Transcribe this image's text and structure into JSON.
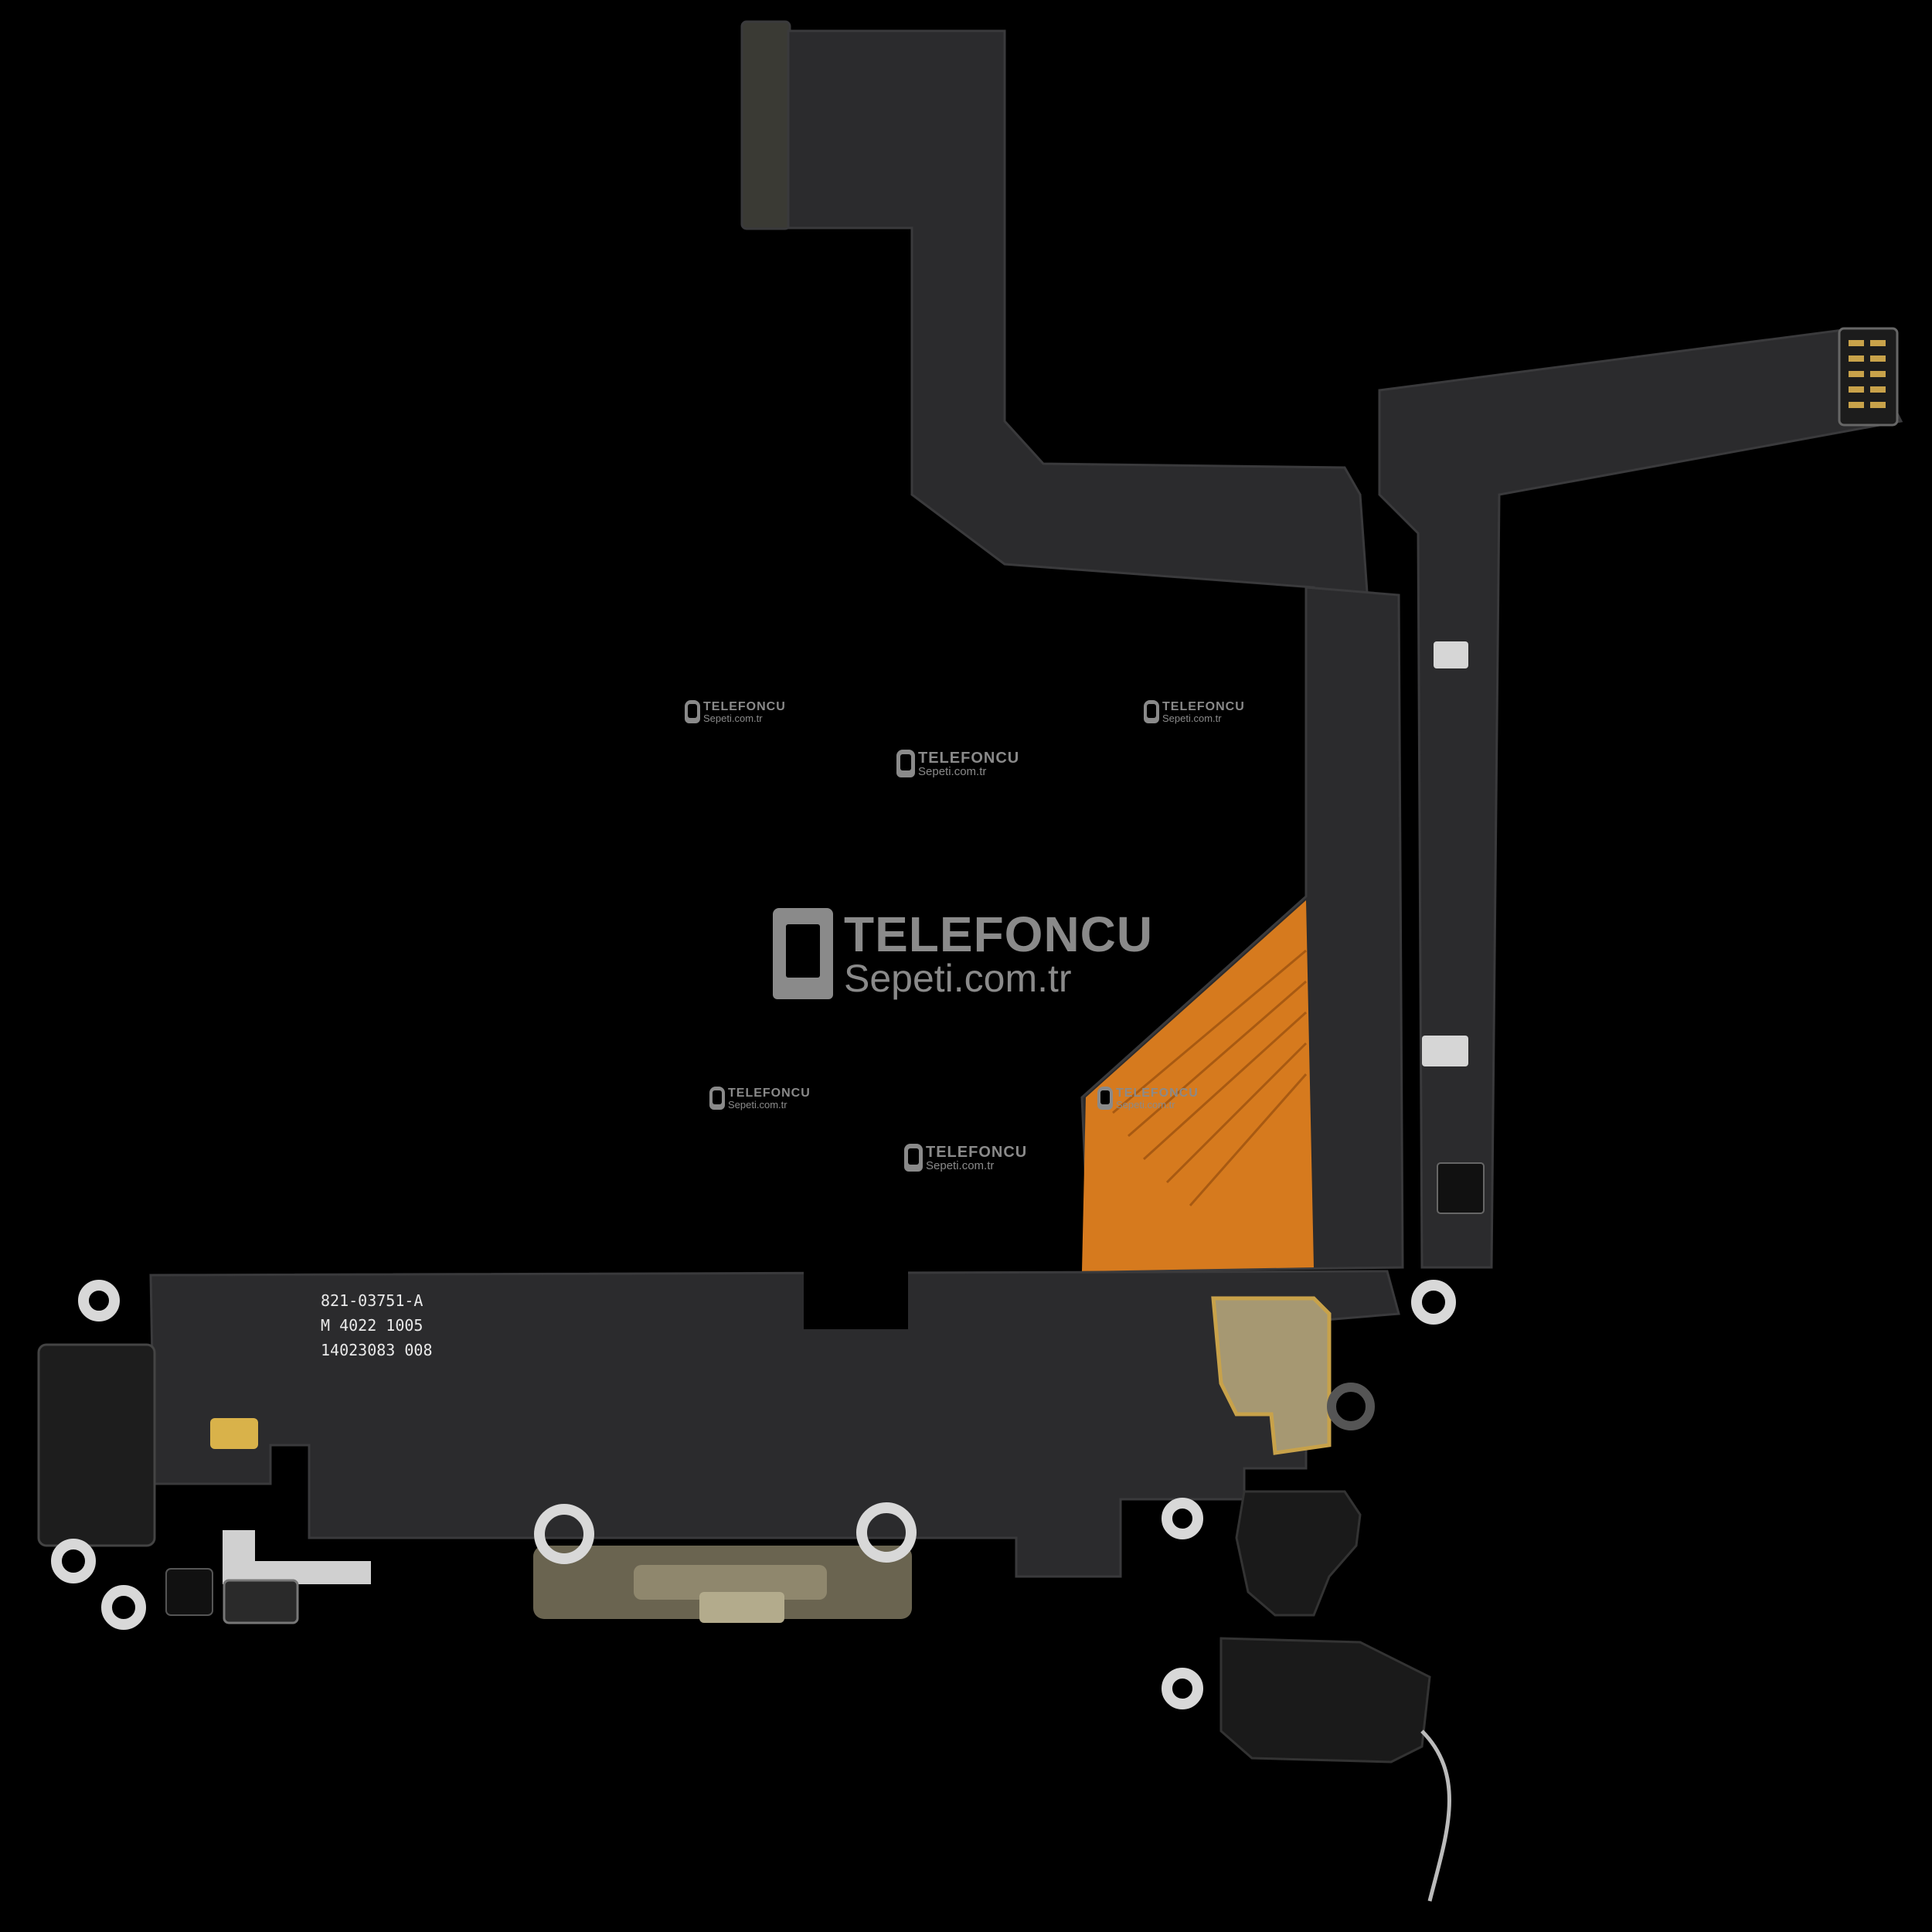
{
  "part_label": {
    "line1": "821-03751-A",
    "line2": "M 4022   1005",
    "line3": "14023083 008"
  },
  "watermark": {
    "brand": "TELEFONCU",
    "domain": "Sepeti.com.tr"
  },
  "colors": {
    "background": "#000000",
    "flex_dark": "#2b2b2d",
    "flex_edge": "#3a3a3c",
    "flex_orange": "#d67a1e",
    "metal": "#c9c9c9",
    "gold": "#c8a24a",
    "watermark": "#8a8a8a"
  }
}
